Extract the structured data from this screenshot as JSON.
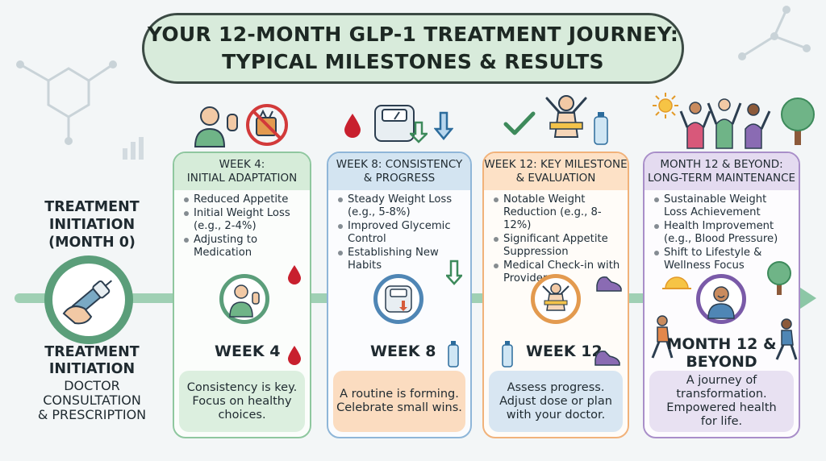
{
  "title": {
    "line1": "YOUR 12-MONTH GLP-1 TREATMENT JOURNEY:",
    "line2": "TYPICAL MILESTONES & RESULTS"
  },
  "treatment_initiation": {
    "top_lines": [
      "TREATMENT",
      "INITIATION",
      "(MONTH 0)"
    ],
    "bottom_title_lines": [
      "TREATMENT",
      "INITIATION"
    ],
    "bottom_sub_lines": [
      "DOCTOR",
      "CONSULTATION",
      "& PRESCRIPTION"
    ]
  },
  "milestones": [
    {
      "header_lines": [
        "WEEK 4:",
        "INITIAL ADAPTATION"
      ],
      "items": [
        "Reduced Appetite",
        "Initial Weight Loss (e.g., 2-4%)",
        "Adjusting to Medication"
      ],
      "week_label": "WEEK 4",
      "footer_lines": [
        "Consistency is key.",
        "Focus on healthy",
        "choices."
      ],
      "colors": {
        "border": "#8fc79f",
        "header": "#d6ecd9",
        "footer": "#dcefdf"
      }
    },
    {
      "header_lines": [
        "WEEK 8: CONSISTENCY",
        "& PROGRESS"
      ],
      "items": [
        "Steady Weight Loss (e.g., 5-8%)",
        "Improved Glycemic Control",
        "Establishing New Habits"
      ],
      "week_label": "WEEK 8",
      "footer_lines": [
        "A routine is forming.",
        "Celebrate small wins."
      ],
      "colors": {
        "border": "#8fb6d8",
        "header": "#d3e4f1",
        "footer": "#fbdcc0"
      }
    },
    {
      "header_lines": [
        "WEEK 12: KEY MILESTONE",
        "& EVALUATION"
      ],
      "items": [
        "Notable Weight Reduction (e.g., 8-12%)",
        "Significant Appetite Suppression",
        "Medical Check-in with Provider"
      ],
      "week_label": "WEEK 12",
      "footer_lines": [
        "Assess progress.",
        "Adjust dose or plan",
        "with your doctor."
      ],
      "colors": {
        "border": "#f1b27a",
        "header": "#fde1c6",
        "footer": "#d8e6f2"
      }
    },
    {
      "header_lines": [
        "MONTH 12 & BEYOND:",
        "LONG-TERM MAINTENANCE"
      ],
      "items": [
        "Sustainable Weight Loss Achievement",
        "Health Improvement (e.g., Blood Pressure)",
        "Shift to Lifestyle & Wellness Focus"
      ],
      "week_label_lines": [
        "MONTH 12 &",
        "BEYOND"
      ],
      "footer_lines": [
        "A journey of",
        "transformation.",
        "Empowered health",
        "for life."
      ],
      "colors": {
        "border": "#a98fc9",
        "header": "#e4dbf0",
        "footer": "#e8e1f2"
      }
    }
  ],
  "icons": {
    "col1_top": [
      "person-stop-icon",
      "no-junk-food-icon"
    ],
    "col2_top": [
      "scale-icon",
      "blood-drop-icon",
      "down-arrow-icon"
    ],
    "col3_top": [
      "checkmark-icon",
      "measuring-tape-person-icon",
      "water-bottle-icon"
    ],
    "col4_top": [
      "sun-icon",
      "people-celebrating-icon",
      "tree-icon"
    ],
    "start_node": "injection-pen-icon"
  },
  "colors": {
    "timeline": "#9fd0b4",
    "title_bg": "#d8ebdb",
    "start_ring": "#5b9e7a",
    "drop": "#c8202e"
  }
}
